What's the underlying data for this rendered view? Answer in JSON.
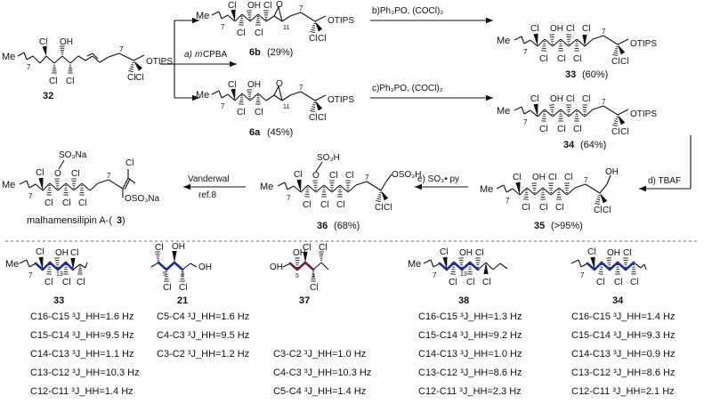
{
  "labels": {
    "cmp32": "32",
    "cmp6b": "6b",
    "cmp6b_yield": "(29%)",
    "cmp6a": "6a",
    "cmp6a_yield": "(45%)",
    "cmp33_top": "33",
    "cmp33_top_yield": "(60%)",
    "cmp34_top": "34",
    "cmp34_top_yield": "(64%)",
    "cmp35": "35",
    "cmp35_yield": "(>95%)",
    "cmp36": "36",
    "cmp36_yield": "(68%)",
    "natural_product": "malhamensilipin A-(",
    "natural_product_num": "3",
    "natural_product_close": ")",
    "bottom_33": "33",
    "bottom_21": "21",
    "bottom_37": "37",
    "bottom_38": "38",
    "bottom_34": "34"
  },
  "reagents": {
    "a_prefix": "a) ",
    "a_m": "m",
    "a_text": "CPBA",
    "b": "b)Ph₃PO, (COCl)₂",
    "c": "c)Ph₃PO, (COCl)₂",
    "d": "d) TBAF",
    "e": "e) SO₃• py",
    "vanderwal": "Vanderwal",
    "ref": "ref.8"
  },
  "atoms": {
    "Me": "Me",
    "Cl": "Cl",
    "OH": "OH",
    "O": "O",
    "OTIPS": "OTIPS",
    "SO3Na": "SO₃Na",
    "OSO3Na": "OSO₃Na",
    "SO3H": "SO₃H",
    "OSO3H": "OSO₃H",
    "n7": "7",
    "n11": "11",
    "n13": "13",
    "n5": "5",
    "n3": "3"
  },
  "couplings": {
    "c33": [
      "C16-C15 ³J_HH=1.6 Hz",
      "C15-C14 ³J_HH=9.5 Hz",
      "C14-C13 ³J_HH=1.1 Hz",
      "C13-C12 ³J_HH=10.3 Hz",
      "C12-C11 ³J_HH=1.4 Hz"
    ],
    "c21": [
      "C5-C4 ³J_HH=1.6 Hz",
      "C4-C3 ³J_HH=9.5 Hz",
      "C3-C2 ³J_HH=1.2 Hz"
    ],
    "c37": [
      "C3-C2 ³J_HH=1.0 Hz",
      "C4-C3 ³J_HH=10.3 Hz",
      "C5-C4 ³J_HH=1.4 Hz"
    ],
    "c38": [
      "C16-C15 ³J_HH=1.3 Hz",
      "C15-C14 ³J_HH=9.2 Hz",
      "C14-C13 ³J_HH=1.0 Hz",
      "C13-C12 ³J_HH=8.6 Hz",
      "C12-C11 ³J_HH=2.3 Hz"
    ],
    "c34": [
      "C16-C15 ³J_HH=1.4 Hz",
      "C15-C14 ³J_HH=9.3 Hz",
      "C14-C13 ³J_HH=0.9 Hz",
      "C13-C12 ³J_HH=8.6 Hz",
      "C12-C11 ³J_HH=2.1 Hz"
    ]
  },
  "colors": {
    "blue": "#1f2f8c",
    "maroon": "#6b1f35",
    "ink": "#111111"
  }
}
